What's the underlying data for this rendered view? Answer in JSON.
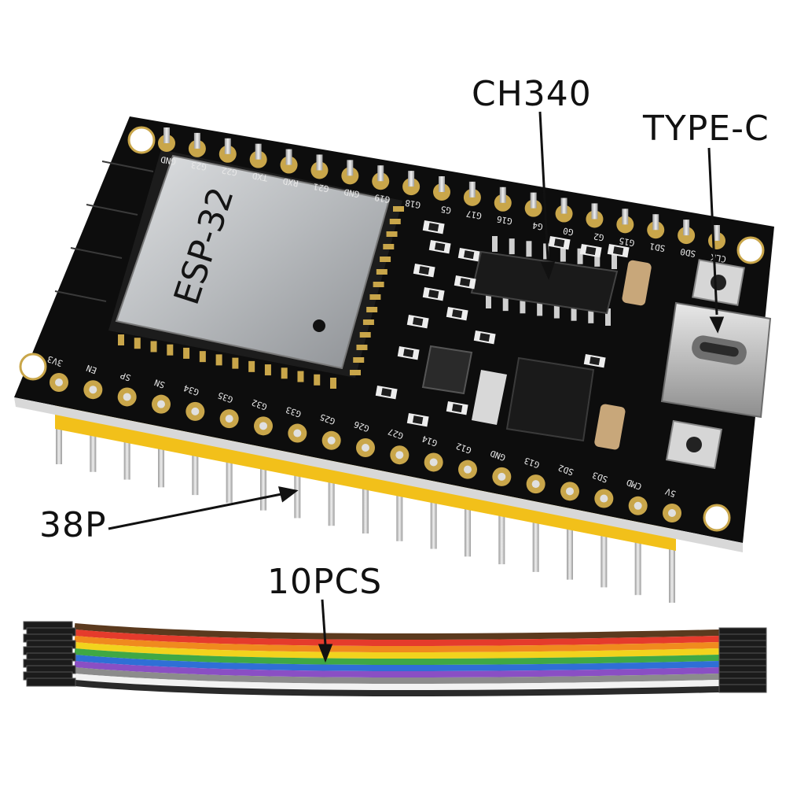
{
  "labels": {
    "ch340": "CH340",
    "type_c": "TYPE-C",
    "pins": "38P",
    "cable": "10PCS"
  },
  "board": {
    "module_text": "ESP-32",
    "top_pins": [
      "GND",
      "G23",
      "G22",
      "TXD",
      "RXD",
      "G21",
      "GND",
      "G19",
      "G18",
      "G5",
      "G17",
      "G16",
      "G4",
      "G0",
      "G2",
      "G15",
      "SD1",
      "SD0",
      "CLK"
    ],
    "bottom_pins": [
      "3V3",
      "EN",
      "SP",
      "SN",
      "G34",
      "G35",
      "G32",
      "G33",
      "G25",
      "G26",
      "G27",
      "G14",
      "G12",
      "GND",
      "G13",
      "SD2",
      "SD3",
      "CMD",
      "5V"
    ]
  },
  "colors": {
    "pcb": "#0d0d0d",
    "header": "#f2c01a",
    "shield": "#b9bcbf",
    "pin": "#cfcfcf"
  },
  "wires": [
    "#5b3a1e",
    "#e53b2c",
    "#f08a1e",
    "#f2d31d",
    "#3fa845",
    "#2f6fd6",
    "#8a4fc4",
    "#8c8c8c",
    "#f2f2f2",
    "#2a2a2a"
  ]
}
